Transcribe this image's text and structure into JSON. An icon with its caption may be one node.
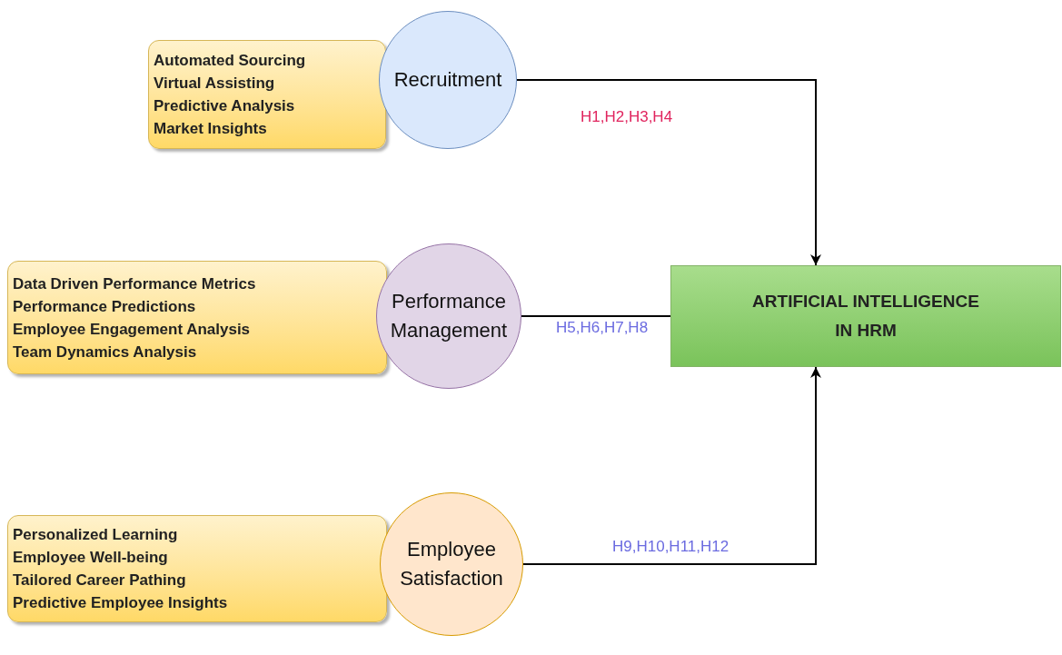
{
  "diagram": {
    "nodes": [
      {
        "text": [
          "Automated Sourcing",
          "Virtual Assisting",
          "Predictive Analysis",
          "Market Insights"
        ]
      },
      {
        "text": [
          "Recruitment"
        ]
      },
      {
        "text": [
          "Data Driven Performance Metrics",
          "Performance Predictions",
          "Employee Engagement Analysis",
          "Team Dynamics Analysis"
        ]
      },
      {
        "text": [
          "Performance Management"
        ]
      },
      {
        "text": [
          "Personalized Learning",
          "Employee Well-being",
          "Tailored Career Pathing",
          "Predictive Employee Insights"
        ]
      },
      {
        "text": [
          "Employee Satisfaction"
        ]
      },
      {
        "text": [
          "ARTIFICIAL INTELLIGENCE IN HRM"
        ]
      }
    ],
    "edges": [
      {
        "from": 1,
        "to": 6,
        "arrow": "to",
        "label": "H1,H2,H3,H4"
      },
      {
        "from": 3,
        "to": 6,
        "arrow": "none",
        "label": "H5,H6,H7,H8"
      },
      {
        "from": 5,
        "to": 6,
        "arrow": "to",
        "label": "H9,H10,H11,H12"
      }
    ]
  }
}
